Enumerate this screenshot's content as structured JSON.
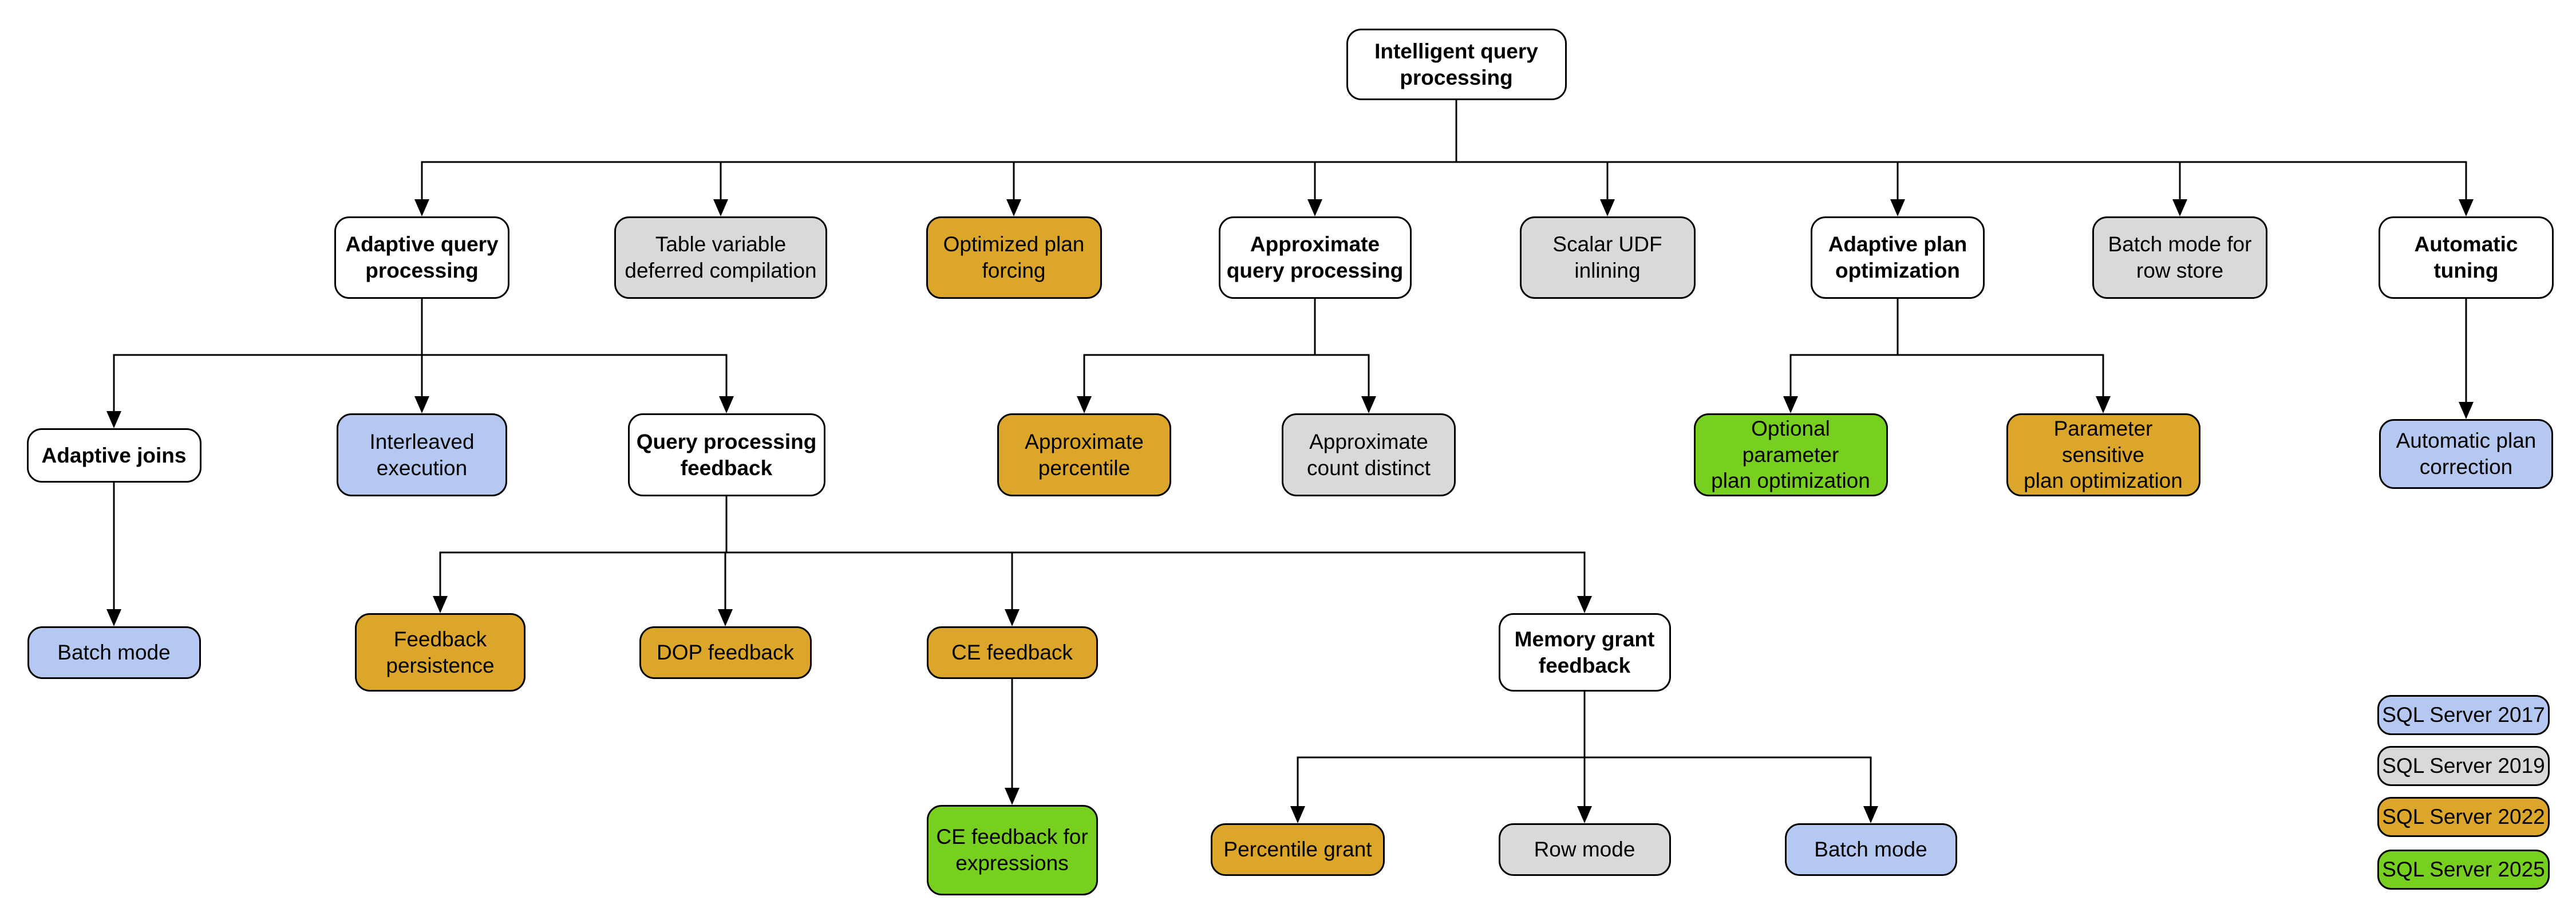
{
  "diagram": {
    "root_label": "Intelligent query processing",
    "colors": {
      "connector": "#000000",
      "node_border": "#000000",
      "text": "#000000",
      "category": "#ffffff",
      "sql2017": "#b5c8f2",
      "sql2019": "#d9d9d9",
      "sql2022": "#dca62b",
      "sql2025": "#77cf20"
    },
    "nodes": [
      {
        "id": "root",
        "label": "Intelligent query\nprocessing",
        "variant": "category"
      },
      {
        "id": "aqp",
        "label": "Adaptive query\nprocessing",
        "variant": "category"
      },
      {
        "id": "tvdc",
        "label": "Table variable\ndeferred compilation",
        "variant": "sql2019"
      },
      {
        "id": "opf",
        "label": "Optimized plan\nforcing",
        "variant": "sql2022"
      },
      {
        "id": "approxqp",
        "label": "Approximate\nquery processing",
        "variant": "category"
      },
      {
        "id": "sudf",
        "label": "Scalar UDF\ninlining",
        "variant": "sql2019"
      },
      {
        "id": "apo",
        "label": "Adaptive plan\noptimization",
        "variant": "category"
      },
      {
        "id": "bmrs",
        "label": "Batch mode for\nrow store",
        "variant": "sql2019"
      },
      {
        "id": "at",
        "label": "Automatic\ntuning",
        "variant": "category"
      },
      {
        "id": "aj",
        "label": "Adaptive joins",
        "variant": "category"
      },
      {
        "id": "ie",
        "label": "Interleaved\nexecution",
        "variant": "sql2017"
      },
      {
        "id": "qpf",
        "label": "Query processing\nfeedback",
        "variant": "category"
      },
      {
        "id": "ap",
        "label": "Approximate\npercentile",
        "variant": "sql2022"
      },
      {
        "id": "acd",
        "label": "Approximate\ncount distinct",
        "variant": "sql2019"
      },
      {
        "id": "oppo",
        "label": "Optional parameter\nplan optimization",
        "variant": "sql2025"
      },
      {
        "id": "pspo",
        "label": "Parameter sensitive\nplan optimization",
        "variant": "sql2022"
      },
      {
        "id": "apc",
        "label": "Automatic plan\ncorrection",
        "variant": "sql2017"
      },
      {
        "id": "bm1",
        "label": "Batch mode",
        "variant": "sql2017"
      },
      {
        "id": "fp",
        "label": "Feedback\npersistence",
        "variant": "sql2022"
      },
      {
        "id": "dop",
        "label": "DOP feedback",
        "variant": "sql2022"
      },
      {
        "id": "cef",
        "label": "CE feedback",
        "variant": "sql2022"
      },
      {
        "id": "mgf",
        "label": "Memory grant\nfeedback",
        "variant": "category"
      },
      {
        "id": "cefe",
        "label": "CE feedback for\nexpressions",
        "variant": "sql2025"
      },
      {
        "id": "pg",
        "label": "Percentile grant",
        "variant": "sql2022"
      },
      {
        "id": "rm",
        "label": "Row mode",
        "variant": "sql2019"
      },
      {
        "id": "bm2",
        "label": "Batch mode",
        "variant": "sql2017"
      }
    ],
    "edges": [
      {
        "from": "root",
        "to": "aqp"
      },
      {
        "from": "root",
        "to": "tvdc"
      },
      {
        "from": "root",
        "to": "opf"
      },
      {
        "from": "root",
        "to": "approxqp"
      },
      {
        "from": "root",
        "to": "sudf"
      },
      {
        "from": "root",
        "to": "apo"
      },
      {
        "from": "root",
        "to": "bmrs"
      },
      {
        "from": "root",
        "to": "at"
      },
      {
        "from": "aqp",
        "to": "aj"
      },
      {
        "from": "aqp",
        "to": "ie"
      },
      {
        "from": "aqp",
        "to": "qpf"
      },
      {
        "from": "approxqp",
        "to": "ap"
      },
      {
        "from": "approxqp",
        "to": "acd"
      },
      {
        "from": "apo",
        "to": "oppo"
      },
      {
        "from": "apo",
        "to": "pspo"
      },
      {
        "from": "at",
        "to": "apc"
      },
      {
        "from": "aj",
        "to": "bm1"
      },
      {
        "from": "qpf",
        "to": "fp"
      },
      {
        "from": "qpf",
        "to": "dop"
      },
      {
        "from": "qpf",
        "to": "cef"
      },
      {
        "from": "qpf",
        "to": "mgf"
      },
      {
        "from": "cef",
        "to": "cefe"
      },
      {
        "from": "mgf",
        "to": "pg"
      },
      {
        "from": "mgf",
        "to": "rm"
      },
      {
        "from": "mgf",
        "to": "bm2"
      }
    ],
    "legend": {
      "items": [
        {
          "label": "SQL Server 2017",
          "variant": "sql2017"
        },
        {
          "label": "SQL Server 2019",
          "variant": "sql2019"
        },
        {
          "label": "SQL Server 2022",
          "variant": "sql2022"
        },
        {
          "label": "SQL Server 2025",
          "variant": "sql2025"
        }
      ]
    }
  }
}
